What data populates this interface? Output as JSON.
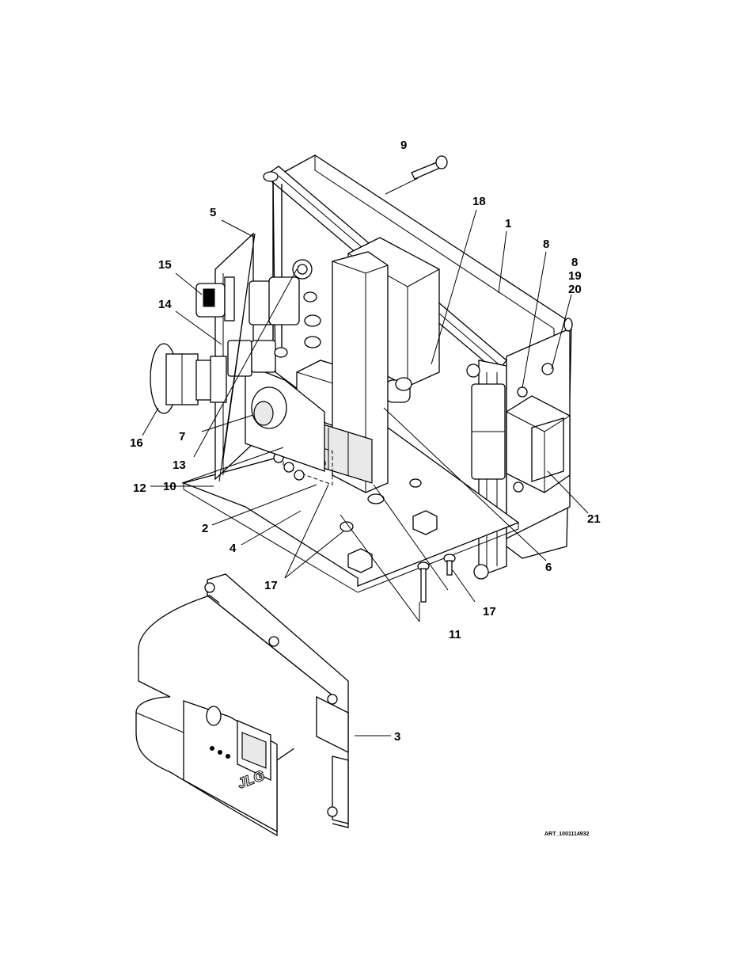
{
  "figure": {
    "callouts": [
      {
        "id": "c9",
        "text": "9"
      },
      {
        "id": "c18",
        "text": "18"
      },
      {
        "id": "c1",
        "text": "1"
      },
      {
        "id": "c5",
        "text": "5"
      },
      {
        "id": "c8a",
        "text": "8"
      },
      {
        "id": "c8b",
        "text": "8"
      },
      {
        "id": "c19",
        "text": "19"
      },
      {
        "id": "c20",
        "text": "20"
      },
      {
        "id": "c15",
        "text": "15"
      },
      {
        "id": "c14",
        "text": "14"
      },
      {
        "id": "c7",
        "text": "7"
      },
      {
        "id": "c16",
        "text": "16"
      },
      {
        "id": "c13",
        "text": "13"
      },
      {
        "id": "c12",
        "text": "12"
      },
      {
        "id": "c10",
        "text": "10"
      },
      {
        "id": "c21",
        "text": "21"
      },
      {
        "id": "c2",
        "text": "2"
      },
      {
        "id": "c4",
        "text": "4"
      },
      {
        "id": "c6",
        "text": "6"
      },
      {
        "id": "c17a",
        "text": "17"
      },
      {
        "id": "c17b",
        "text": "17"
      },
      {
        "id": "c11",
        "text": "11"
      },
      {
        "id": "c3",
        "text": "3"
      }
    ],
    "art_id": "ART_1001114932",
    "logo_text": "JLG"
  }
}
